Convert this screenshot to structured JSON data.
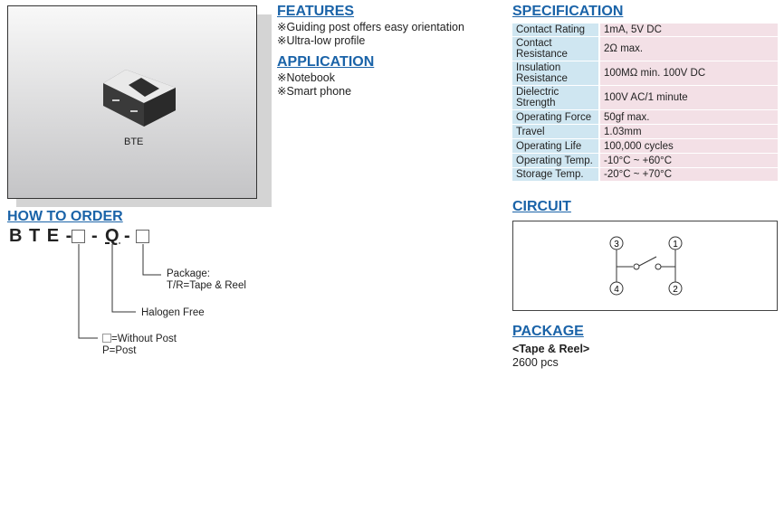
{
  "product": {
    "caption": "BTE"
  },
  "features": {
    "title": "FEATURES",
    "items": [
      "※Guiding post offers easy orientation",
      "※Ultra-low profile"
    ]
  },
  "application": {
    "title": "APPLICATION",
    "items": [
      "※Notebook",
      "※Smart phone"
    ]
  },
  "how_to_order": {
    "title": "HOW TO ORDER",
    "code_prefix": "B T E -",
    "dash": "-",
    "q": "Q",
    "package_label": "Package:",
    "package_value": "T/R=Tape & Reel",
    "halogen": "Halogen Free",
    "post_without": "=Without Post",
    "post_with": "P=Post"
  },
  "specification": {
    "title": "SPECIFICATION",
    "rows": [
      {
        "label": "Contact Rating",
        "value": "1mA, 5V DC"
      },
      {
        "label": "Contact Resistance",
        "value": "2Ω max."
      },
      {
        "label": "Insulation Resistance",
        "value": "100MΩ min. 100V DC"
      },
      {
        "label": "Dielectric Strength",
        "value": "100V AC/1 minute"
      },
      {
        "label": "Operating Force",
        "value": "50gf max."
      },
      {
        "label": "Travel",
        "value": "1.03mm"
      },
      {
        "label": "Operating Life",
        "value": "100,000 cycles"
      },
      {
        "label": "Operating Temp.",
        "value": "-10°C ~ +60°C"
      },
      {
        "label": "Storage Temp.",
        "value": "-20°C ~ +70°C"
      }
    ]
  },
  "circuit": {
    "title": "CIRCUIT",
    "pins": [
      "3",
      "1",
      "4",
      "2"
    ]
  },
  "package": {
    "title": "PACKAGE",
    "type": "<Tape & Reel>",
    "quantity": "2600 pcs"
  }
}
